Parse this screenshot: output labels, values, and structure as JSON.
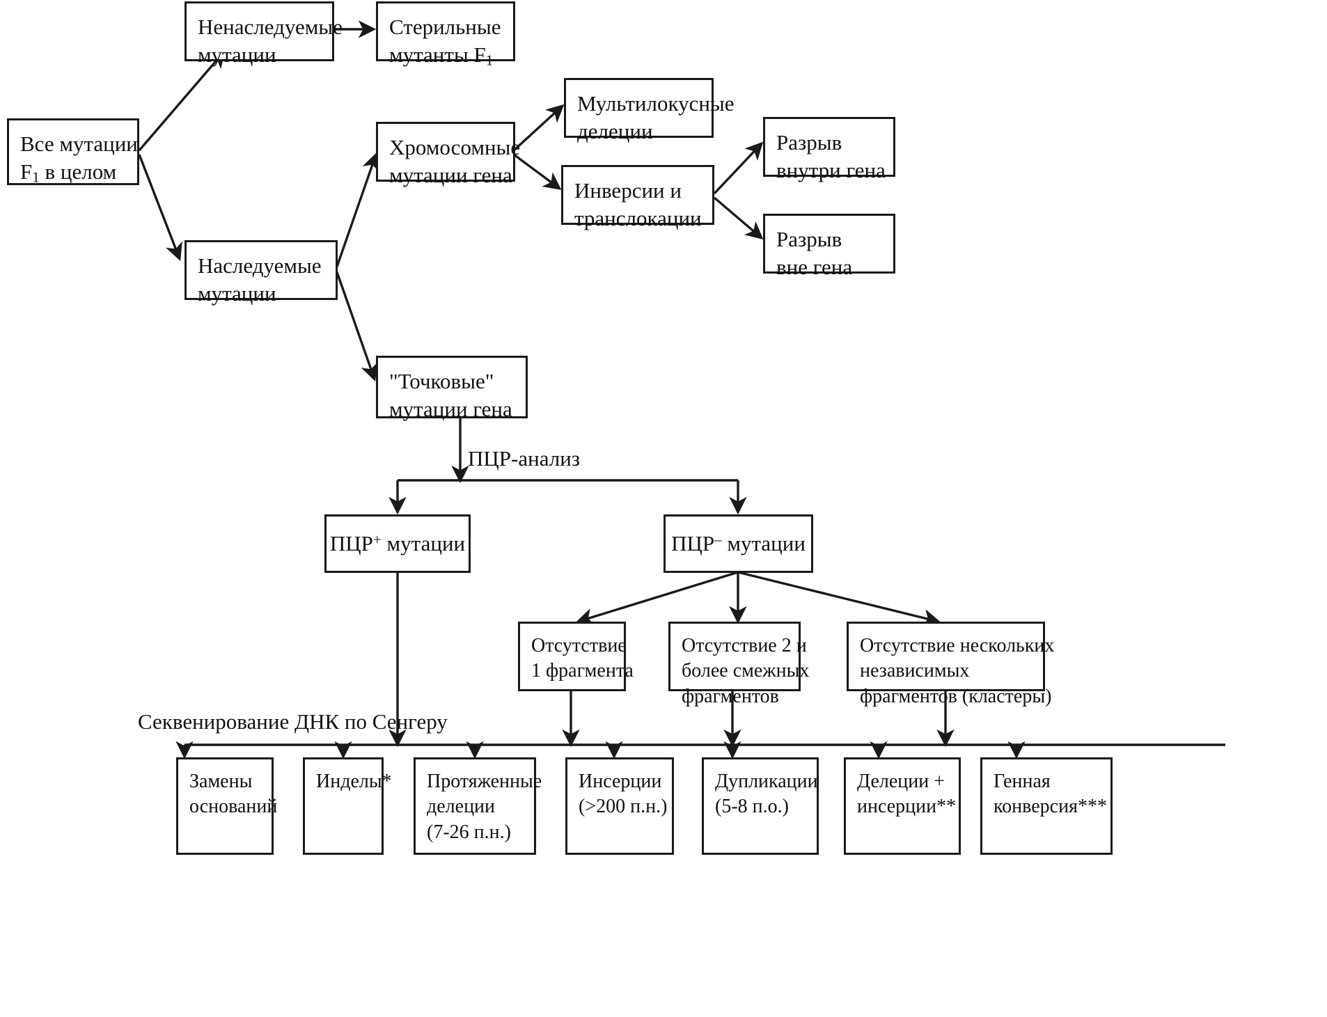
{
  "diagram": {
    "title": "Классификация мутаций F1",
    "language": "ru",
    "line_color": "#1a1a1a",
    "background": "#ffffff",
    "nodes": {
      "all_mutations": {
        "line1": "Все мутации",
        "line2": "F1 в целом",
        "line2_pre": "F",
        "line2_sub": "1",
        "line2_post": " в целом"
      },
      "non_heritable": {
        "line1": "Ненаследуемые",
        "line2": "мутации"
      },
      "sterile_mutants": {
        "line1": "Стерильные",
        "line2_pre": "мутанты F",
        "line2_sub": "1"
      },
      "heritable": {
        "line1": "Наследуемые",
        "line2": "мутации"
      },
      "chromosomal": {
        "line1": "Хромосомные",
        "line2": "мутации гена"
      },
      "multilocus": {
        "line1": "Мультилокусные",
        "line2": "делеции"
      },
      "inversions": {
        "line1": "Инверсии и",
        "line2": "транслокации"
      },
      "break_inside": {
        "line1": "Разрыв",
        "line2": "внутри гена"
      },
      "break_outside": {
        "line1": "Разрыв",
        "line2": "вне гена"
      },
      "point_mutations": {
        "line1": "\"Точковые\"",
        "line2": "мутации гена"
      },
      "pcr_plus": {
        "line1_pre": "ПЦР",
        "line1_sup": "+",
        "line1_post": " мутации"
      },
      "pcr_minus": {
        "line1_pre": "ПЦР",
        "line1_sup": "–",
        "line1_post": " мутации"
      },
      "absent_1": {
        "line1": "Отсутствие",
        "line2": "1 фрагмента"
      },
      "absent_2": {
        "line1": "Отсутствие 2 и",
        "line2": "более смежных",
        "line3": "фрагментов"
      },
      "absent_several": {
        "line1": "Отсутствие нескольких",
        "line2": "независимых",
        "line3": "фрагментов (кластеры)"
      },
      "base_substitutions": {
        "line1": "Замены",
        "line2": "оснований"
      },
      "indels": {
        "line1": "Инделы*"
      },
      "long_deletions": {
        "line1": "Протяженные",
        "line2": "делеции",
        "line3": "(7-26 п.н.)"
      },
      "insertions": {
        "line1": "Инсерции",
        "line2": "(>200 п.н.)"
      },
      "duplications": {
        "line1": "Дупликации",
        "line2": "(5-8 п.о.)"
      },
      "del_plus_ins": {
        "line1": "Делеции +",
        "line2": "инсерции**"
      },
      "gene_conversion": {
        "line1": "Генная",
        "line2": "конверсия***"
      }
    },
    "edge_labels": {
      "pcr_analysis": "ПЦР-анализ",
      "sanger_sequencing": "Секвенирование ДНК по Сенгеру"
    }
  }
}
